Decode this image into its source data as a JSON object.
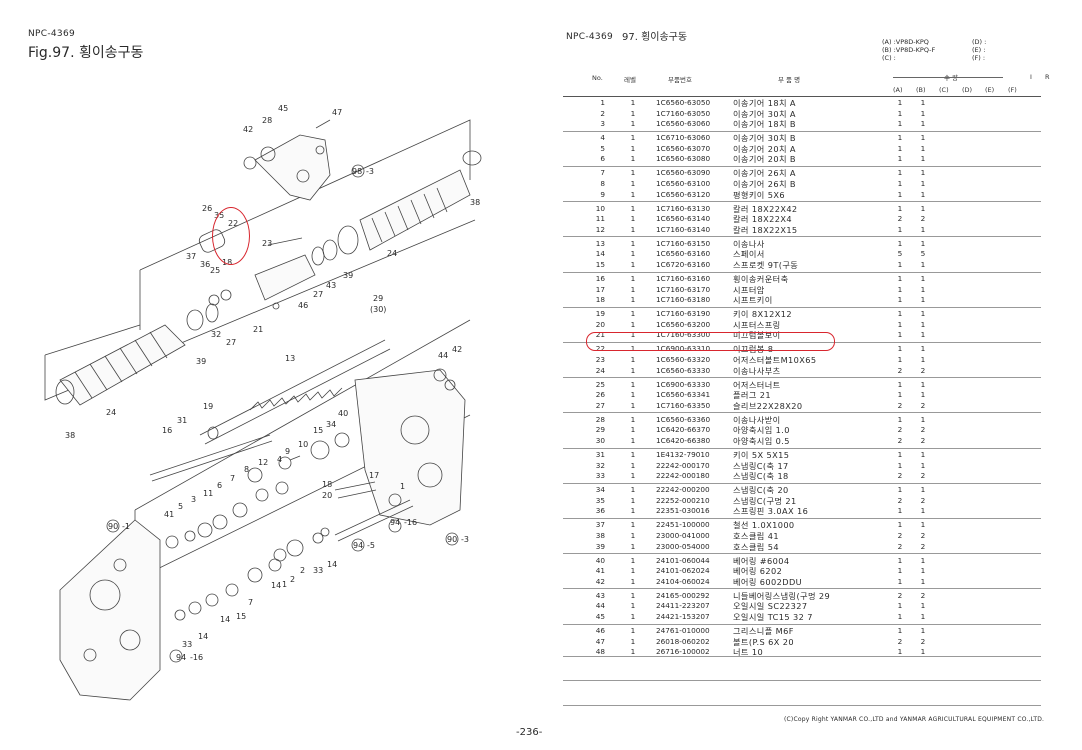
{
  "left": {
    "doc_code": "NPC-4369",
    "fig_title": "Fig.97.   횡이송구동"
  },
  "right": {
    "doc_code": "NPC-4369",
    "section_title": "97.   횡이송구동",
    "legend": [
      "(A) :VP8D-KPQ",
      "(B) :VP8D-KPQ-F",
      "(C) :",
      "(D) :",
      "(E) :",
      "(F) :"
    ],
    "headers": {
      "no": "No.",
      "level": "레벨",
      "part_no": "부품번호",
      "name": "부 품 명",
      "qty": "수 량",
      "cols": [
        "(A)",
        "(B)",
        "(C)",
        "(D)",
        "(E)",
        "(F)"
      ],
      "i": "I",
      "r": "R"
    },
    "rows": [
      {
        "no": "1",
        "lv": "1",
        "pn": "1C6560-63050",
        "name": "이송기어 18치 A",
        "a": "1",
        "b": "1"
      },
      {
        "no": "2",
        "lv": "1",
        "pn": "1C7160-63050",
        "name": "이송기어 30치 A",
        "a": "1",
        "b": "1"
      },
      {
        "no": "3",
        "lv": "1",
        "pn": "1C6560-63060",
        "name": "이송기어 18치 B",
        "a": "1",
        "b": "1"
      },
      {
        "no": "4",
        "lv": "1",
        "pn": "1C6710-63060",
        "name": "이송기어 30치 B",
        "a": "1",
        "b": "1"
      },
      {
        "no": "5",
        "lv": "1",
        "pn": "1C6560-63070",
        "name": "이송기어 20치 A",
        "a": "1",
        "b": "1"
      },
      {
        "no": "6",
        "lv": "1",
        "pn": "1C6560-63080",
        "name": "이송기어 20치 B",
        "a": "1",
        "b": "1"
      },
      {
        "no": "7",
        "lv": "1",
        "pn": "1C6560-63090",
        "name": "이송기어 26치 A",
        "a": "1",
        "b": "1"
      },
      {
        "no": "8",
        "lv": "1",
        "pn": "1C6560-63100",
        "name": "이송기어 26치 B",
        "a": "1",
        "b": "1"
      },
      {
        "no": "9",
        "lv": "1",
        "pn": "1C6560-63120",
        "name": "평형키이  5X6",
        "a": "1",
        "b": "1"
      },
      {
        "no": "10",
        "lv": "1",
        "pn": "1C7160-63130",
        "name": "칼러  18X22X42",
        "a": "1",
        "b": "1"
      },
      {
        "no": "11",
        "lv": "1",
        "pn": "1C6560-63140",
        "name": "칼러  18X22X4",
        "a": "2",
        "b": "2"
      },
      {
        "no": "12",
        "lv": "1",
        "pn": "1C7160-63140",
        "name": "칼러  18X22X15",
        "a": "1",
        "b": "1"
      },
      {
        "no": "13",
        "lv": "1",
        "pn": "1C7160-63150",
        "name": "이송나사",
        "a": "1",
        "b": "1"
      },
      {
        "no": "14",
        "lv": "1",
        "pn": "1C6560-63160",
        "name": "스페이서",
        "a": "5",
        "b": "5"
      },
      {
        "no": "15",
        "lv": "1",
        "pn": "1C6720-63160",
        "name": "스프로켓  9T(구동",
        "a": "1",
        "b": "1"
      },
      {
        "no": "16",
        "lv": "1",
        "pn": "1C7160-63160",
        "name": "횡이송커운터축",
        "a": "1",
        "b": "1"
      },
      {
        "no": "17",
        "lv": "1",
        "pn": "1C7160-63170",
        "name": "시프터암",
        "a": "1",
        "b": "1"
      },
      {
        "no": "18",
        "lv": "1",
        "pn": "1C7160-63180",
        "name": "시프트키이",
        "a": "1",
        "b": "1"
      },
      {
        "no": "19",
        "lv": "1",
        "pn": "1C7160-63190",
        "name": "키이  8X12X12",
        "a": "1",
        "b": "1"
      },
      {
        "no": "20",
        "lv": "1",
        "pn": "1C6560-63200",
        "name": "시프터스프링",
        "a": "1",
        "b": "1"
      },
      {
        "no": "21",
        "lv": "1",
        "pn": "1C7160-63300",
        "name": "미끄럼볼보이",
        "a": "1",
        "b": "1"
      },
      {
        "no": "22",
        "lv": "1",
        "pn": "1C6900-63310",
        "name": "이끄럼봉  8",
        "a": "1",
        "b": "1"
      },
      {
        "no": "23",
        "lv": "1",
        "pn": "1C6560-63320",
        "name": "어저스터볼트M10X65",
        "a": "1",
        "b": "1"
      },
      {
        "no": "24",
        "lv": "1",
        "pn": "1C6560-63330",
        "name": "이송나사부츠",
        "a": "2",
        "b": "2"
      },
      {
        "no": "25",
        "lv": "1",
        "pn": "1C6900-63330",
        "name": "어저스터너트",
        "a": "1",
        "b": "1"
      },
      {
        "no": "26",
        "lv": "1",
        "pn": "1C6560-63341",
        "name": "플러그  21",
        "a": "1",
        "b": "1"
      },
      {
        "no": "27",
        "lv": "1",
        "pn": "1C7160-63350",
        "name": "슬리브22X28X20",
        "a": "2",
        "b": "2"
      },
      {
        "no": "28",
        "lv": "1",
        "pn": "1C6560-63360",
        "name": "이송나사받이",
        "a": "1",
        "b": "1"
      },
      {
        "no": "29",
        "lv": "1",
        "pn": "1C6420-66370",
        "name": "아양축시임  1.0",
        "a": "2",
        "b": "2"
      },
      {
        "no": "30",
        "lv": "1",
        "pn": "1C6420-66380",
        "name": "아양축시임  0.5",
        "a": "2",
        "b": "2"
      },
      {
        "no": "31",
        "lv": "1",
        "pn": "1E4132-79010",
        "name": "키이  5X  5X15",
        "a": "1",
        "b": "1"
      },
      {
        "no": "32",
        "lv": "1",
        "pn": "22242-000170",
        "name": "스냅링C(축   17",
        "a": "1",
        "b": "1"
      },
      {
        "no": "33",
        "lv": "1",
        "pn": "22242-000180",
        "name": "스냅링C(축   18",
        "a": "2",
        "b": "2"
      },
      {
        "no": "34",
        "lv": "1",
        "pn": "22242-000200",
        "name": "스냅링C(축   20",
        "a": "1",
        "b": "1"
      },
      {
        "no": "35",
        "lv": "1",
        "pn": "22252-000210",
        "name": "스냅링C(구멍   21",
        "a": "2",
        "b": "2"
      },
      {
        "no": "36",
        "lv": "1",
        "pn": "22351-030016",
        "name": "스프링핀  3.0AX 16",
        "a": "1",
        "b": "1"
      },
      {
        "no": "37",
        "lv": "1",
        "pn": "22451-100000",
        "name": "철선  1.0X1000",
        "a": "1",
        "b": "1"
      },
      {
        "no": "38",
        "lv": "1",
        "pn": "23000-041000",
        "name": "호스클립   41",
        "a": "2",
        "b": "2"
      },
      {
        "no": "39",
        "lv": "1",
        "pn": "23000-054000",
        "name": "호스클립   54",
        "a": "2",
        "b": "2"
      },
      {
        "no": "40",
        "lv": "1",
        "pn": "24101-060044",
        "name": "베어링  #6004",
        "a": "1",
        "b": "1"
      },
      {
        "no": "41",
        "lv": "1",
        "pn": "24101-062024",
        "name": "베어링  6202",
        "a": "1",
        "b": "1"
      },
      {
        "no": "42",
        "lv": "1",
        "pn": "24104-060024",
        "name": "베어링  6002DDU",
        "a": "1",
        "b": "1"
      },
      {
        "no": "43",
        "lv": "1",
        "pn": "24165-000292",
        "name": "니들베어링스냅링(구멍  29",
        "a": "2",
        "b": "2"
      },
      {
        "no": "44",
        "lv": "1",
        "pn": "24411-223207",
        "name": "오일시일  SC22327",
        "a": "1",
        "b": "1"
      },
      {
        "no": "45",
        "lv": "1",
        "pn": "24421-153207",
        "name": "오일시일  TC15 32 7",
        "a": "1",
        "b": "1"
      },
      {
        "no": "46",
        "lv": "1",
        "pn": "24761-010000",
        "name": "그리스니플  M6F",
        "a": "1",
        "b": "1"
      },
      {
        "no": "47",
        "lv": "1",
        "pn": "26018-060202",
        "name": "볼트(P.S  6X 20",
        "a": "2",
        "b": "2"
      },
      {
        "no": "48",
        "lv": "1",
        "pn": "26716-100002",
        "name": "너트  10",
        "a": "1",
        "b": "1"
      }
    ],
    "copyright": "(C)Copy Right  YANMAR CO.,LTD and YANMAR AGRICULTURAL EQUIPMENT CO.,LTD."
  },
  "page_number": "-236-",
  "callouts": [
    "45",
    "47",
    "42",
    "28",
    "98",
    "-3",
    "38",
    "26",
    "35",
    "22",
    "23",
    "37",
    "36",
    "25",
    "18",
    "24",
    "39",
    "27",
    "43",
    "46",
    "21",
    "29",
    "(30)",
    "44",
    "42",
    "32",
    "27",
    "39",
    "13",
    "24",
    "38",
    "31",
    "19",
    "16",
    "40",
    "15",
    "34",
    "10",
    "9",
    "4",
    "17",
    "8",
    "12",
    "6",
    "7",
    "11",
    "3",
    "5",
    "41",
    "20",
    "18",
    "1",
    "90",
    "-1",
    "90",
    "-3",
    "94",
    "-16",
    "94",
    "-5",
    "14",
    "2",
    "33",
    "14",
    "14",
    "15",
    "7",
    "2",
    "1",
    "33",
    "14",
    "94",
    "-16"
  ],
  "accent_red": "#d8262e"
}
